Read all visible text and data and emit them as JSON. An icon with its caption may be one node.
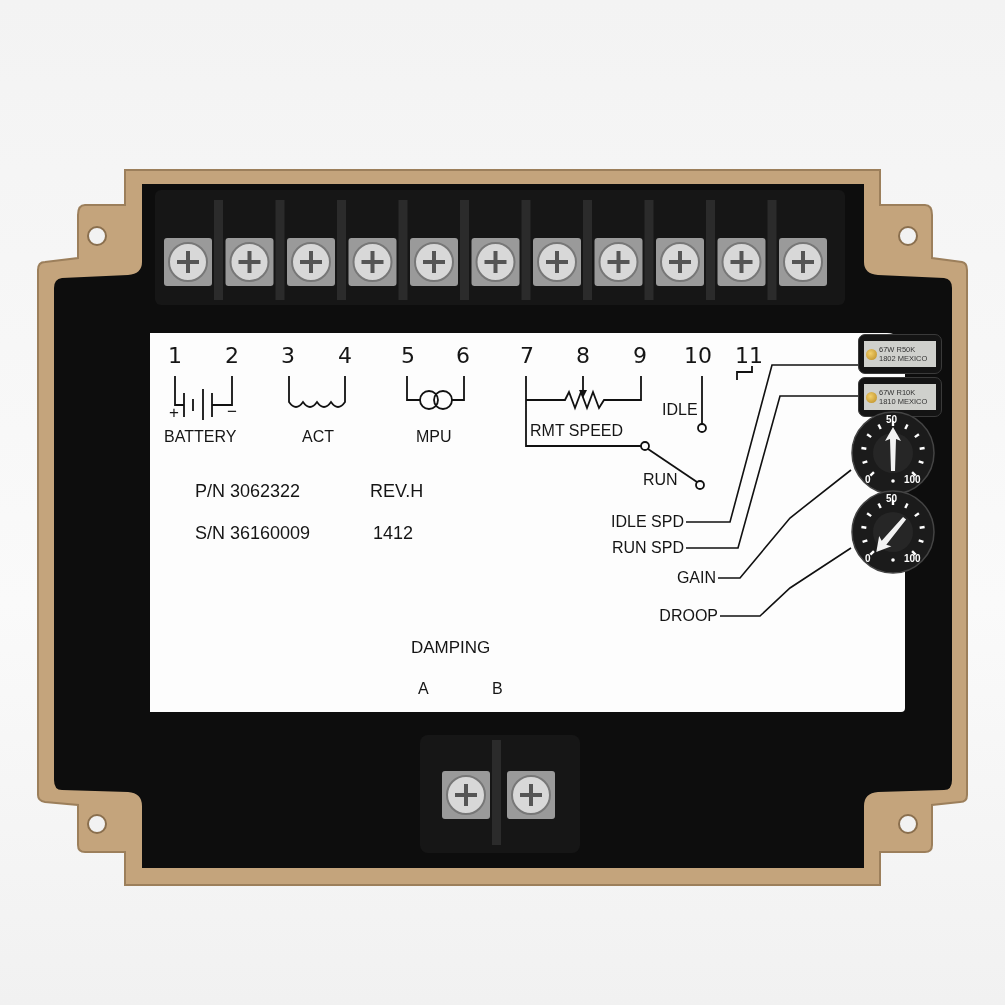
{
  "diagram": {
    "nodes": [
      {
        "text": [
          "IDLE SPD"
        ]
      },
      {
        "text": [
          "RUN SPD"
        ]
      },
      {
        "text": [
          "GAIN"
        ]
      },
      {
        "text": [
          "DROOP"
        ]
      },
      {
        "text": [
          "67W R50K",
          "1802 MEXICO"
        ]
      },
      {
        "text": [
          "67W R10K",
          "1810 MEXICO"
        ]
      },
      {
        "text": [
          "50",
          "0",
          "100"
        ]
      },
      {
        "text": [
          "50",
          "0",
          "100"
        ]
      }
    ],
    "edges": [
      {
        "from": 0,
        "to": 4,
        "arrow": "none"
      },
      {
        "from": 1,
        "to": 5,
        "arrow": "none"
      },
      {
        "from": 2,
        "to": 6,
        "arrow": "none"
      },
      {
        "from": 3,
        "to": 7,
        "arrow": "none"
      }
    ],
    "labels": [
      "1",
      "2",
      "3",
      "4",
      "5",
      "6",
      "7",
      "8",
      "9",
      "10",
      "11",
      "+",
      "−",
      "BATTERY",
      "ACT",
      "MPU",
      "RMT SPEED",
      "IDLE",
      "RUN",
      "P/N 3062322",
      "REV.H",
      "S/N 36160009",
      "1412",
      "DAMPING",
      "A",
      "B"
    ]
  }
}
